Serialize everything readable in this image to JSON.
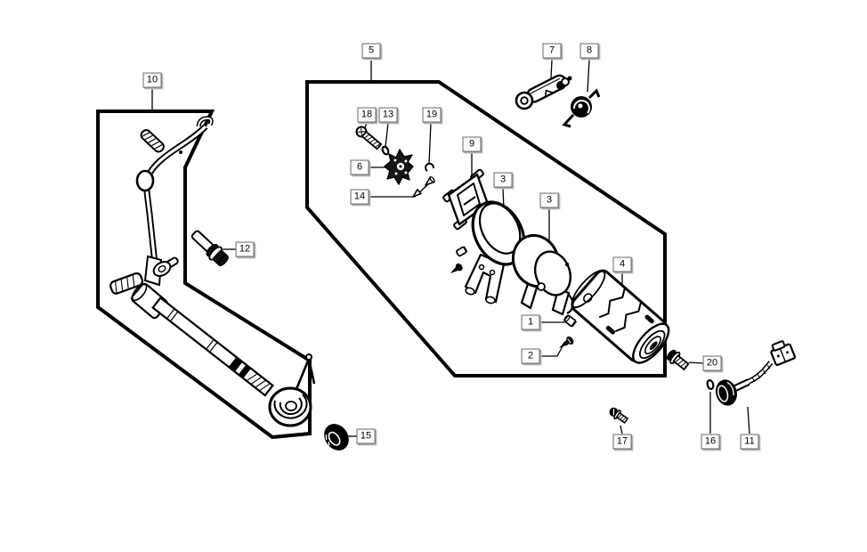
{
  "diagram": {
    "kind": "exploded-parts-diagram",
    "background_color": "#ffffff",
    "line_color": "#000000",
    "label_box": {
      "bg": "#ffffff",
      "border": "#6f6f6f",
      "shadow": "#9d9d9d",
      "text_color": "#000000"
    },
    "callouts": [
      {
        "part": "10"
      },
      {
        "part": "12"
      },
      {
        "part": "15"
      },
      {
        "part": "5"
      },
      {
        "part": "18"
      },
      {
        "part": "13"
      },
      {
        "part": "19"
      },
      {
        "part": "6"
      },
      {
        "part": "14"
      },
      {
        "part": "9"
      },
      {
        "part": "3"
      },
      {
        "part": "3"
      },
      {
        "part": "1"
      },
      {
        "part": "2"
      },
      {
        "part": "4"
      },
      {
        "part": "7"
      },
      {
        "part": "8"
      },
      {
        "part": "20"
      },
      {
        "part": "17"
      },
      {
        "part": "16"
      },
      {
        "part": "11"
      }
    ]
  }
}
